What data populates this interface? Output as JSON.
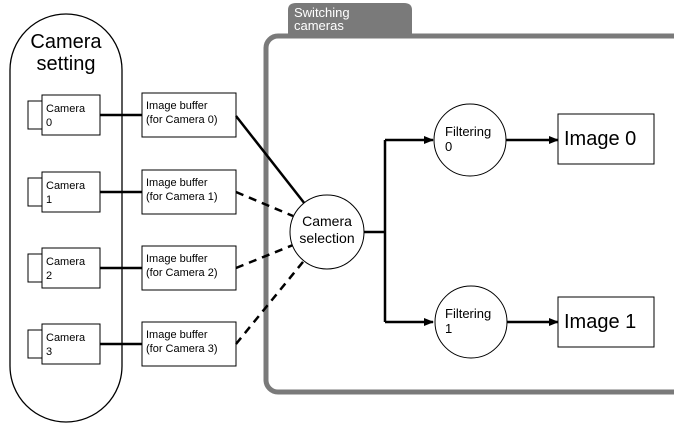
{
  "camera_setting": {
    "title_line1": "Camera",
    "title_line2": "setting"
  },
  "switching": {
    "tab_line1": "Switching",
    "tab_line2": "cameras"
  },
  "cameras": [
    {
      "line1": "Camera",
      "line2": "0"
    },
    {
      "line1": "Camera",
      "line2": "1"
    },
    {
      "line1": "Camera",
      "line2": "2"
    },
    {
      "line1": "Camera",
      "line2": "3"
    }
  ],
  "buffers": [
    {
      "line1": "Image buffer",
      "line2": "(for Camera 0)"
    },
    {
      "line1": "Image buffer",
      "line2": "(for Camera 1)"
    },
    {
      "line1": "Image buffer",
      "line2": "(for Camera 2)"
    },
    {
      "line1": "Image buffer",
      "line2": "(for Camera 3)"
    }
  ],
  "selection": {
    "line1": "Camera",
    "line2": "selection"
  },
  "filters": [
    {
      "line1": "Filtering",
      "line2": "0"
    },
    {
      "line1": "Filtering",
      "line2": "1"
    }
  ],
  "outputs": [
    {
      "label": "Image 0"
    },
    {
      "label": "Image 1"
    }
  ],
  "colors": {
    "panel_border": "#7a7a7a",
    "tab_fill": "#7a7a7a",
    "line": "#000000",
    "tab_text": "#ffffff"
  }
}
